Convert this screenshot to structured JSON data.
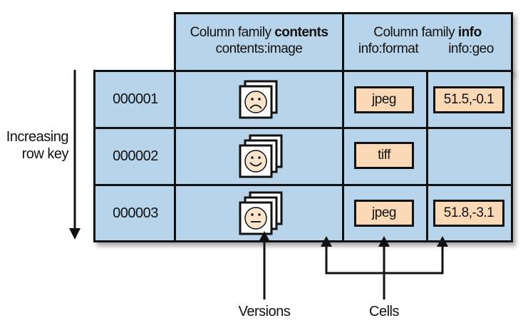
{
  "header": {
    "contents_family_prefix": "Column family ",
    "contents_family_name": "contents",
    "contents_column": "contents:image",
    "info_family_prefix": "Column family ",
    "info_family_name": "info",
    "info_format_column": "info:format",
    "info_geo_column": "info:geo"
  },
  "rows": [
    {
      "key": "000001",
      "image_icon": "sad-face-icon",
      "versions": 2,
      "format": "jpeg",
      "geo": "51.5,-0.1"
    },
    {
      "key": "000002",
      "image_icon": "smiley-face-icon",
      "versions": 3,
      "format": "tiff",
      "geo": ""
    },
    {
      "key": "000003",
      "image_icon": "neutral-face-icon",
      "versions": 3,
      "format": "jpeg",
      "geo": "51.8,-3.1"
    }
  ],
  "labels": {
    "row_key_line1": "Increasing",
    "row_key_line2": "row key",
    "versions": "Versions",
    "cells": "Cells"
  },
  "colors": {
    "cell_blue": "#b7d4ea",
    "value_orange": "#fcd9b6",
    "face_fill": "#fbe3cc",
    "ink": "#111111"
  }
}
